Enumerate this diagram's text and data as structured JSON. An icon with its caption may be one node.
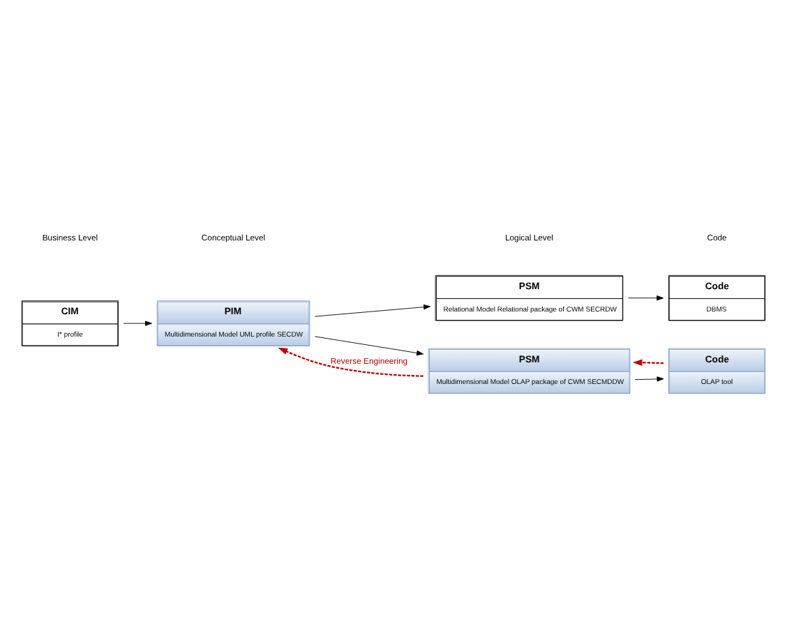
{
  "diagram": {
    "nodes": [
      {
        "text": [
          "CIM",
          "I* profile"
        ]
      },
      {
        "text": [
          "PIM",
          "Multidimensional Model UML profile SECDW"
        ]
      },
      {
        "text": [
          "PSM",
          "Relational Model Relational package of CWM SECRDW"
        ]
      },
      {
        "text": [
          "Code",
          "DBMS"
        ]
      },
      {
        "text": [
          "PSM",
          "Multidimensional Model OLAP package of CWM SECMDDW"
        ]
      },
      {
        "text": [
          "Code",
          "OLAP tool"
        ]
      }
    ],
    "edges": [
      {
        "from": 0,
        "to": 1,
        "arrow": "to"
      },
      {
        "from": 1,
        "to": 2,
        "arrow": "to"
      },
      {
        "from": 1,
        "to": 4,
        "arrow": "to"
      },
      {
        "from": 2,
        "to": 3,
        "arrow": "to"
      },
      {
        "from": 4,
        "to": 5,
        "arrow": "to"
      },
      {
        "from": 4,
        "to": 1,
        "arrow": "to",
        "label": "Reverse Engineering",
        "style": "dashed",
        "color": "#c00000"
      },
      {
        "from": 5,
        "to": 4,
        "arrow": "to",
        "style": "dashed",
        "color": "#c00000"
      }
    ],
    "labels": [
      "Business Level",
      "Conceptual Level",
      "Logical Level",
      "Code"
    ]
  }
}
